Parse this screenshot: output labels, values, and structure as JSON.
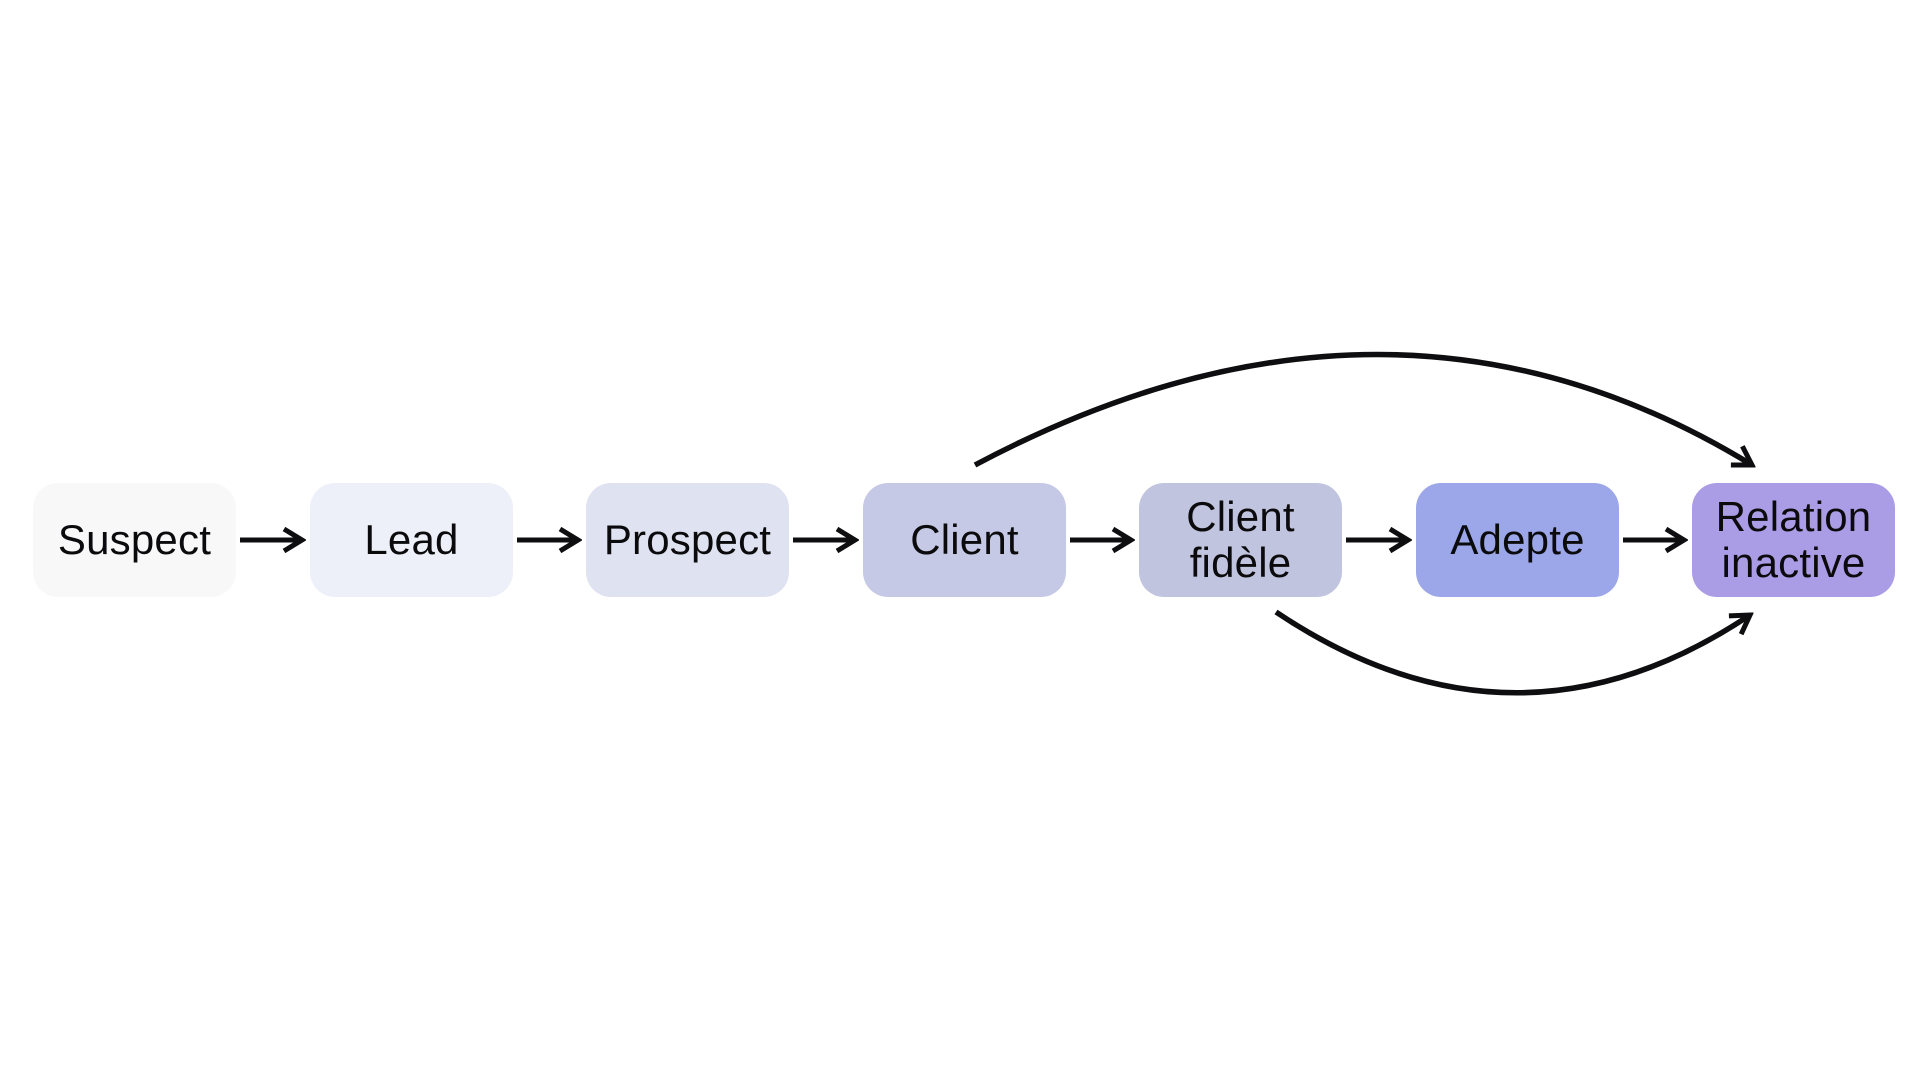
{
  "diagram": {
    "type": "flow",
    "language": "fr",
    "description_of_flow": "customer relationship lifecycle pipeline"
  },
  "colors": {
    "background": "#ffffff",
    "text": "#0b0b0d",
    "arrow": "#0e0e10",
    "stage_suspect": "#f8f8f9",
    "stage_lead": "#edf0f8",
    "stage_prospect": "#dfe2f0",
    "stage_client": "#c5c9e5",
    "stage_client_fidele": "#c1c4de",
    "stage_adepte": "#9ba7e8",
    "stage_relation_inactive": "#ab9ce6"
  },
  "stages": [
    {
      "label": "Suspect",
      "color": "#f8f8f9"
    },
    {
      "label": "Lead",
      "color": "#edf0f8"
    },
    {
      "label": "Prospect",
      "color": "#dfe2f0"
    },
    {
      "label": "Client",
      "color": "#c5c9e5"
    },
    {
      "label": "Client\nfidèle",
      "color": "#c1c4de"
    },
    {
      "label": "Adepte",
      "color": "#9ba7e8"
    },
    {
      "label": "Relation\ninactive",
      "color": "#ab9ce6"
    }
  ],
  "links": [
    {
      "from": "Suspect",
      "to": "Lead",
      "style": "straight"
    },
    {
      "from": "Lead",
      "to": "Prospect",
      "style": "straight"
    },
    {
      "from": "Prospect",
      "to": "Client",
      "style": "straight"
    },
    {
      "from": "Client",
      "to": "Client fidèle",
      "style": "straight"
    },
    {
      "from": "Client fidèle",
      "to": "Adepte",
      "style": "straight"
    },
    {
      "from": "Adepte",
      "to": "Relation inactive",
      "style": "straight"
    },
    {
      "from": "Client",
      "to": "Relation inactive",
      "style": "curved-above"
    },
    {
      "from": "Client fidèle",
      "to": "Relation inactive",
      "style": "curved-below"
    }
  ]
}
